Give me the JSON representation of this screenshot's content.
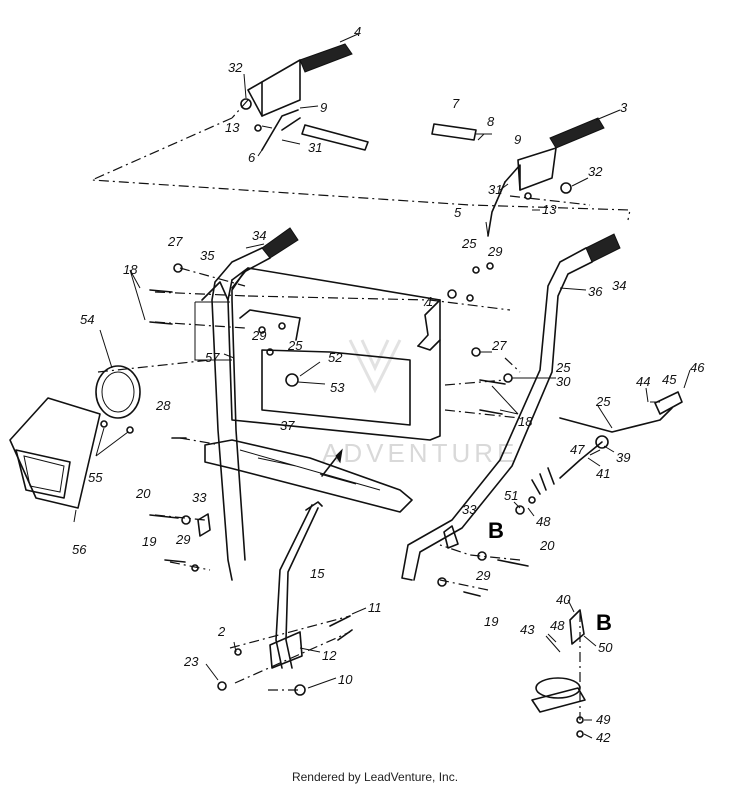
{
  "labels": {
    "p1": "1",
    "p2": "2",
    "p3": "3",
    "p4": "4",
    "p5": "5",
    "p6": "6",
    "p7": "7",
    "p8": "8",
    "p9": "9",
    "p10": "10",
    "p11": "11",
    "p12": "12",
    "p13": "13",
    "p15": "15",
    "p18": "18",
    "p19": "19",
    "p20": "20",
    "p23": "23",
    "p25": "25",
    "p27": "27",
    "p28": "28",
    "p29": "29",
    "p30": "30",
    "p31": "31",
    "p32": "32",
    "p33": "33",
    "p34": "34",
    "p35": "35",
    "p36": "36",
    "p37": "37",
    "p39": "39",
    "p40": "40",
    "p41": "41",
    "p42": "42",
    "p43": "43",
    "p44": "44",
    "p45": "45",
    "p46": "46",
    "p47": "47",
    "p48": "48",
    "p49": "49",
    "p50": "50",
    "p51": "51",
    "p52": "52",
    "p53": "53",
    "p54": "54",
    "p55": "55",
    "p56": "56",
    "p57": "57"
  },
  "callouts": {
    "b": "B"
  },
  "watermark": "ADVENTURE",
  "footer": {
    "credit": "Rendered by LeadVenture, Inc."
  }
}
